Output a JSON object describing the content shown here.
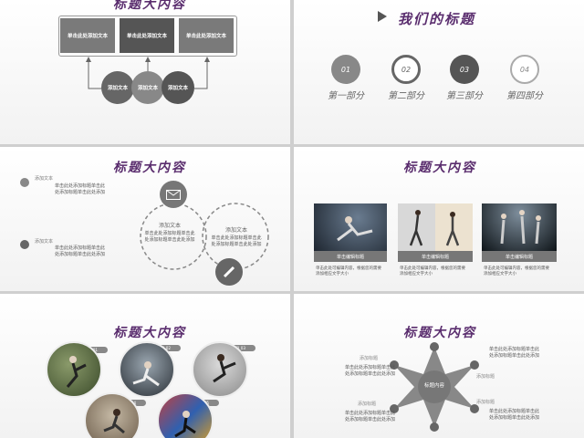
{
  "slide1": {
    "title": "标题大内容",
    "boxes": [
      "单击此处添加文本",
      "单击此处添加文本",
      "单击此处添加文本"
    ],
    "balls": [
      "添加文本",
      "添加文本",
      "添加文本"
    ]
  },
  "slide2": {
    "title": "我们的标题",
    "nums": [
      "01",
      "02",
      "03",
      "04"
    ],
    "parts": [
      "第一部分",
      "第二部分",
      "第三部分",
      "第四部分"
    ]
  },
  "slide3": {
    "title": "标题大内容",
    "items": [
      {
        "label": "添加文本",
        "body": [
          "单击此处添加标题单击此",
          "处添加标题单击此处添加"
        ]
      },
      {
        "label": "添加文本",
        "body": [
          "单击此处添加标题单击此",
          "处添加标题单击此处添加"
        ]
      }
    ],
    "center": [
      {
        "label": "添加文本",
        "body": [
          "单击此处添加标题单击此",
          "处添加标题单击此处添加"
        ]
      },
      {
        "label": "添加文本",
        "body": [
          "单击此处添加标题单击此",
          "处添加标题单击此处添加"
        ]
      }
    ]
  },
  "slide4": {
    "title": "标题大内容",
    "captions": [
      "单击编辑标题",
      "单击编辑标题",
      "单击编辑标题"
    ],
    "descs": [
      [
        "单击此处可编辑内容，根据您的需要",
        "添加相应文字大小"
      ],
      [
        "单击此处可编辑内容，根据您的需要",
        "添加相应文字大小"
      ],
      [
        "单击此处可编辑内容，根据您的需要",
        "添加相应文字大小"
      ]
    ]
  },
  "slide5": {
    "title": "标题大内容",
    "tags": [
      "项目 01",
      "项目 02",
      "项目 03",
      "项目 04",
      "项目 05"
    ]
  },
  "slide6": {
    "title": "标题大内容",
    "center": "标题内容",
    "labels": [
      "添加标题",
      "添加标题",
      "添加标题",
      "添加标题"
    ],
    "body": [
      "单击此处添加标题单击此",
      "处添加标题单击此处添加"
    ]
  }
}
